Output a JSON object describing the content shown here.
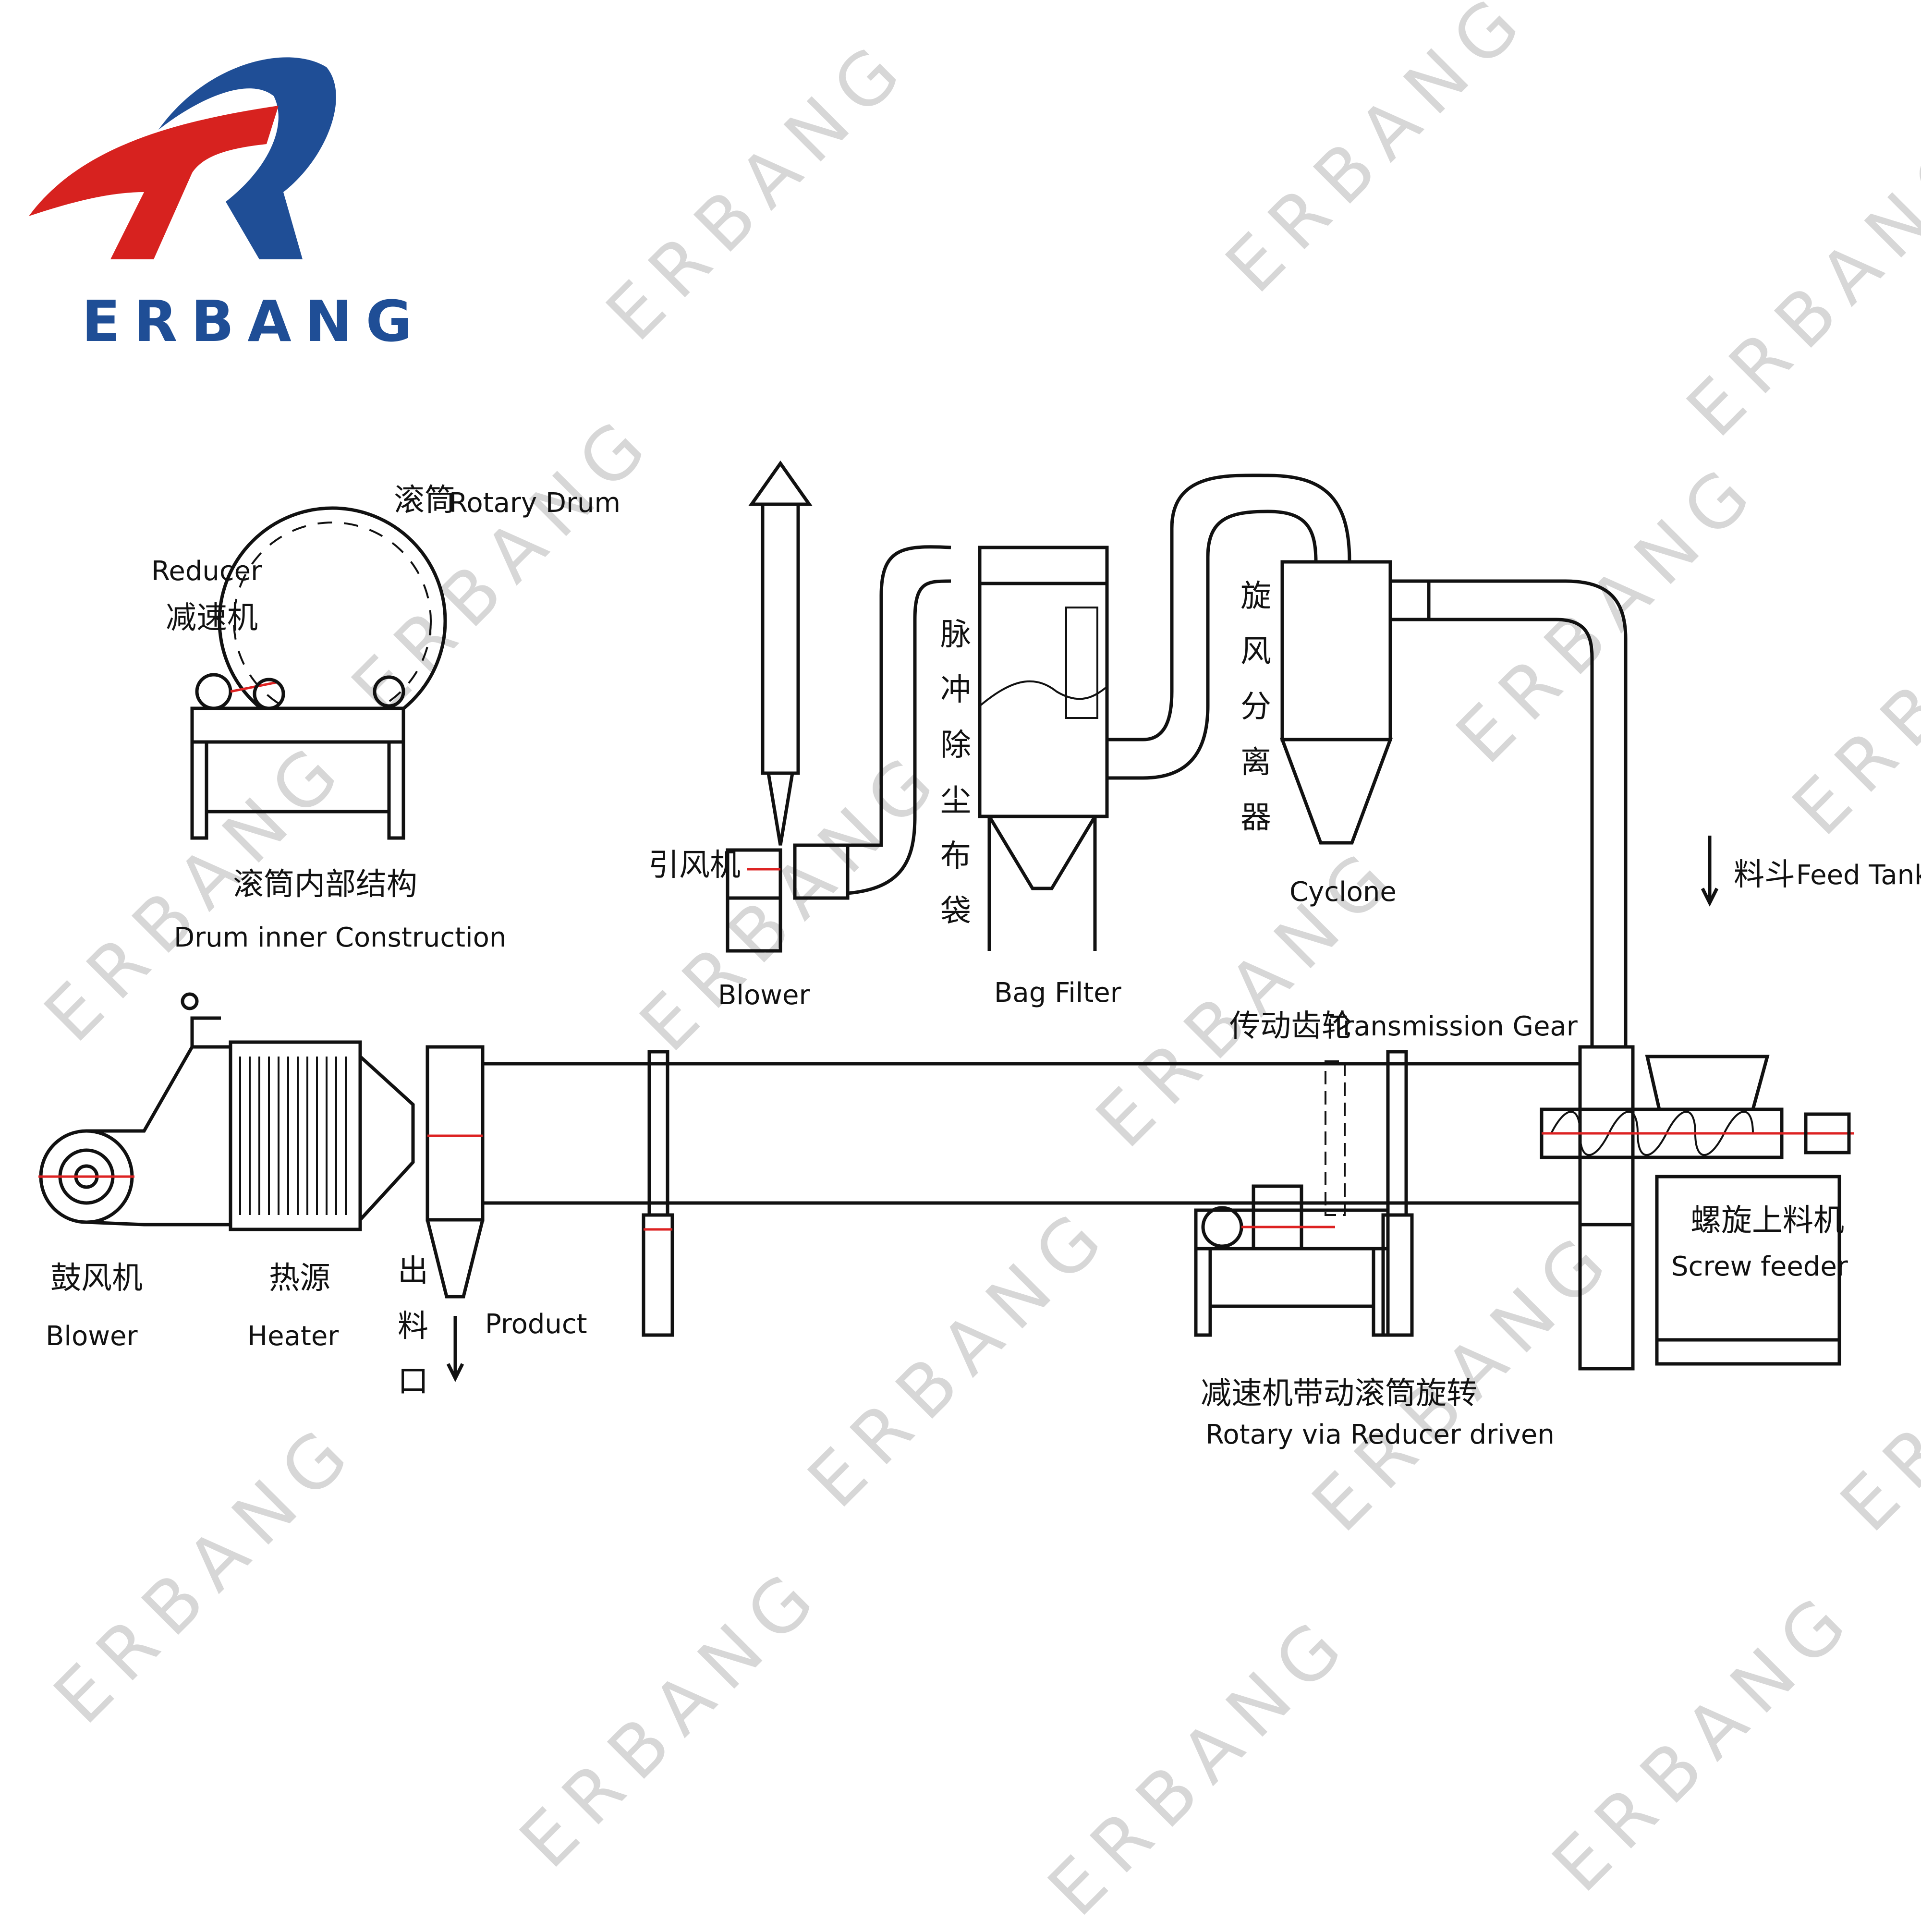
{
  "brand": {
    "name": "ERBANG",
    "color": "#1f4e96",
    "accent": "#d7221f"
  },
  "watermark": "ERBANG",
  "labels": {
    "rotary_drum_zh": "滚筒",
    "rotary_drum_en": "Rotary Drum",
    "reducer_en": "Reducer",
    "reducer_zh": "减速机",
    "drum_inner_zh": "滚筒内部结构",
    "drum_inner_en": "Drum inner Construction",
    "induced_fan_zh": "引风机",
    "blower_top_en": "Blower",
    "bag_filter_zh": "脉冲除尘布袋",
    "bag_filter_en": "Bag Filter",
    "cyclone_zh": "旋风分离器",
    "cyclone_en": "Cyclone",
    "feed_tank_zh": "料斗",
    "feed_tank_en": "Feed Tank",
    "transmission_gear_zh": "传动齿轮",
    "transmission_gear_en": "Transmission Gear",
    "blower_zh": "鼓风机",
    "blower_en": "Blower",
    "heater_zh": "热源",
    "heater_en": "Heater",
    "outlet_zh": "出料口",
    "product_en": "Product",
    "reducer_drive_zh": "减速机带动滚筒旋转",
    "reducer_drive_en": "Rotary via Reducer driven",
    "screw_feeder_zh": "螺旋上料机",
    "screw_feeder_en": "Screw feeder"
  }
}
